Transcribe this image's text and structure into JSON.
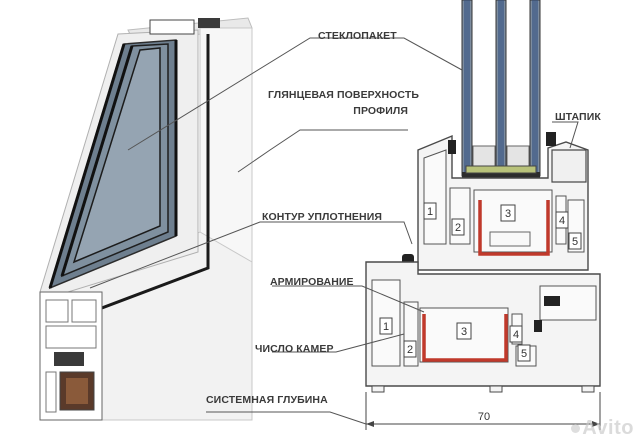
{
  "labels": {
    "glass_unit": "СТЕКЛОПАКЕТ",
    "glossy_surface_line1": "ГЛЯНЦЕВАЯ ПОВЕРХНОСТЬ",
    "glossy_surface_line2": "ПРОФИЛЯ",
    "glazing_bead": "ШТАПИК",
    "seal_contour": "КОНТУР УПЛОТНЕНИЯ",
    "reinforcement": "АРМИРОВАНИЕ",
    "chamber_count": "ЧИСЛО КАМЕР",
    "system_depth": "СИСТЕМНАЯ ГЛУБИНА"
  },
  "dimension": {
    "value": "70"
  },
  "sash_chambers": [
    "1",
    "2",
    "3",
    "4",
    "5"
  ],
  "frame_chambers": [
    "1",
    "2",
    "3",
    "4",
    "5"
  ],
  "watermark": {
    "text": "Avito"
  },
  "colors": {
    "reinforcement": "#c0392b",
    "profile_fill": "#f4f4f4",
    "profile_line": "#555555",
    "glass": "#5a6a7a",
    "gasket": "#222222"
  }
}
